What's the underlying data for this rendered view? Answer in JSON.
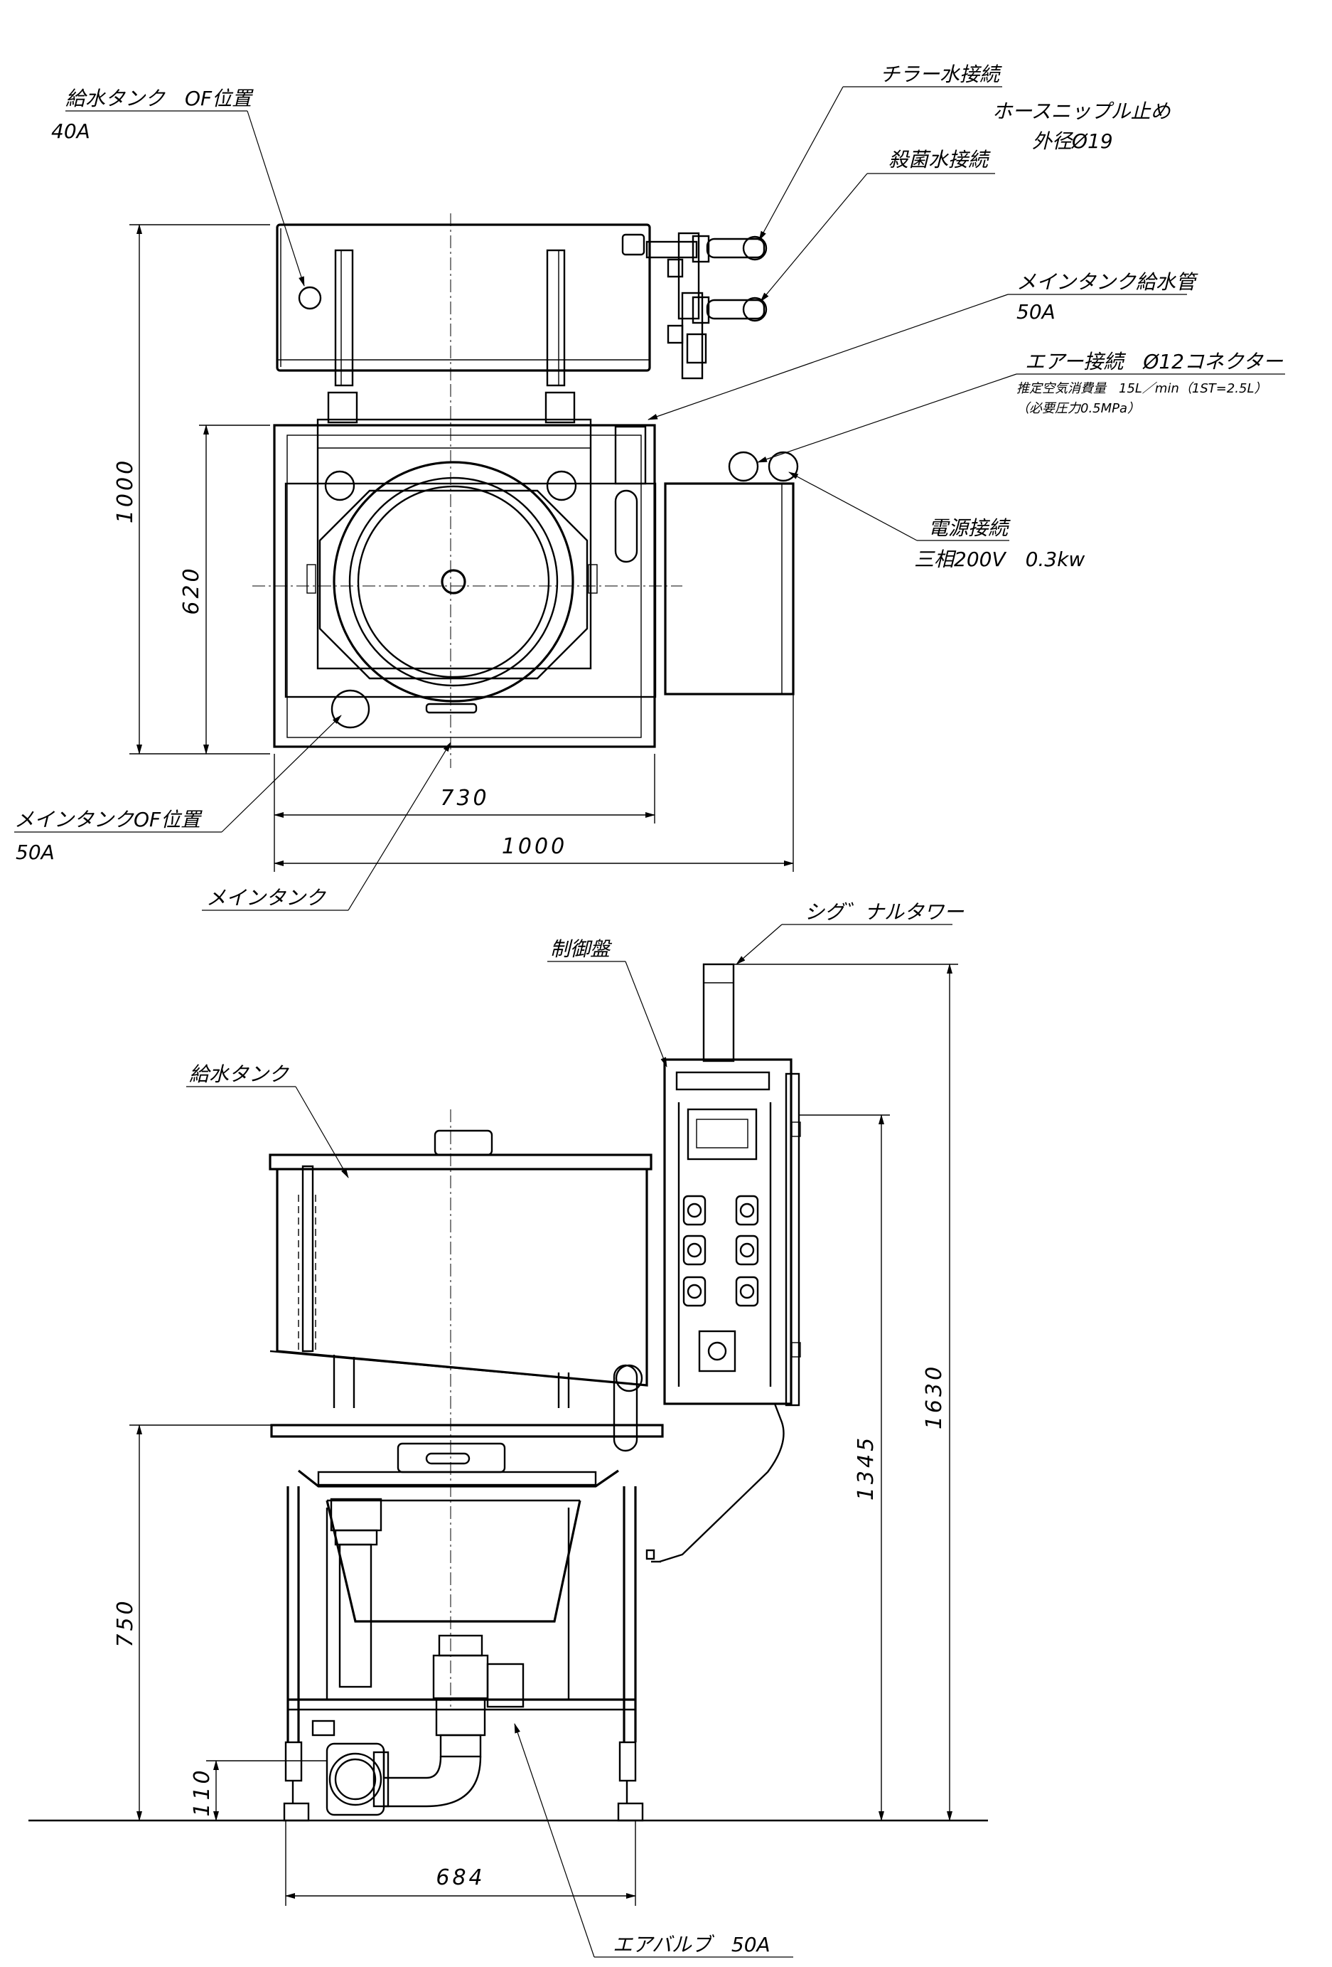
{
  "top_view": {
    "feed_tank_of": {
      "title": "給水タンク　OF位置",
      "size": "40A"
    },
    "chiller_water": "チラー水接続",
    "hose_nipple": {
      "line1": "ホースニップル止め",
      "line2": "外径Ø19"
    },
    "sterile_water": "殺菌水接続",
    "main_tank_feed": {
      "title": "メインタンク給水管",
      "size": "50A"
    },
    "air_connection": {
      "title": "エアー接続　Ø12コネクター",
      "line2": "推定空気消費量　15L／min（1ST=2.5L）",
      "line3": "（必要圧力0.5MPa）"
    },
    "power": {
      "title": "電源接続",
      "spec": "三相200V　0.3kw"
    },
    "main_tank_of": {
      "title": "メインタンクOF位置",
      "size": "50A"
    },
    "main_tank": "メインタンク",
    "dims": {
      "overall_depth": "1000",
      "tank_depth": "620",
      "tank_width": "730",
      "overall_width": "1000"
    }
  },
  "front_view": {
    "signal_tower": "シグ゛ナルタワー",
    "control_panel": "制御盤",
    "feed_tank": "給水タンク",
    "air_valve": "エアバルブ　50A",
    "dims": {
      "overall_height": "1630",
      "panel_height": "1345",
      "table_height": "750",
      "pipe_height": "110",
      "leg_span": "684"
    }
  }
}
